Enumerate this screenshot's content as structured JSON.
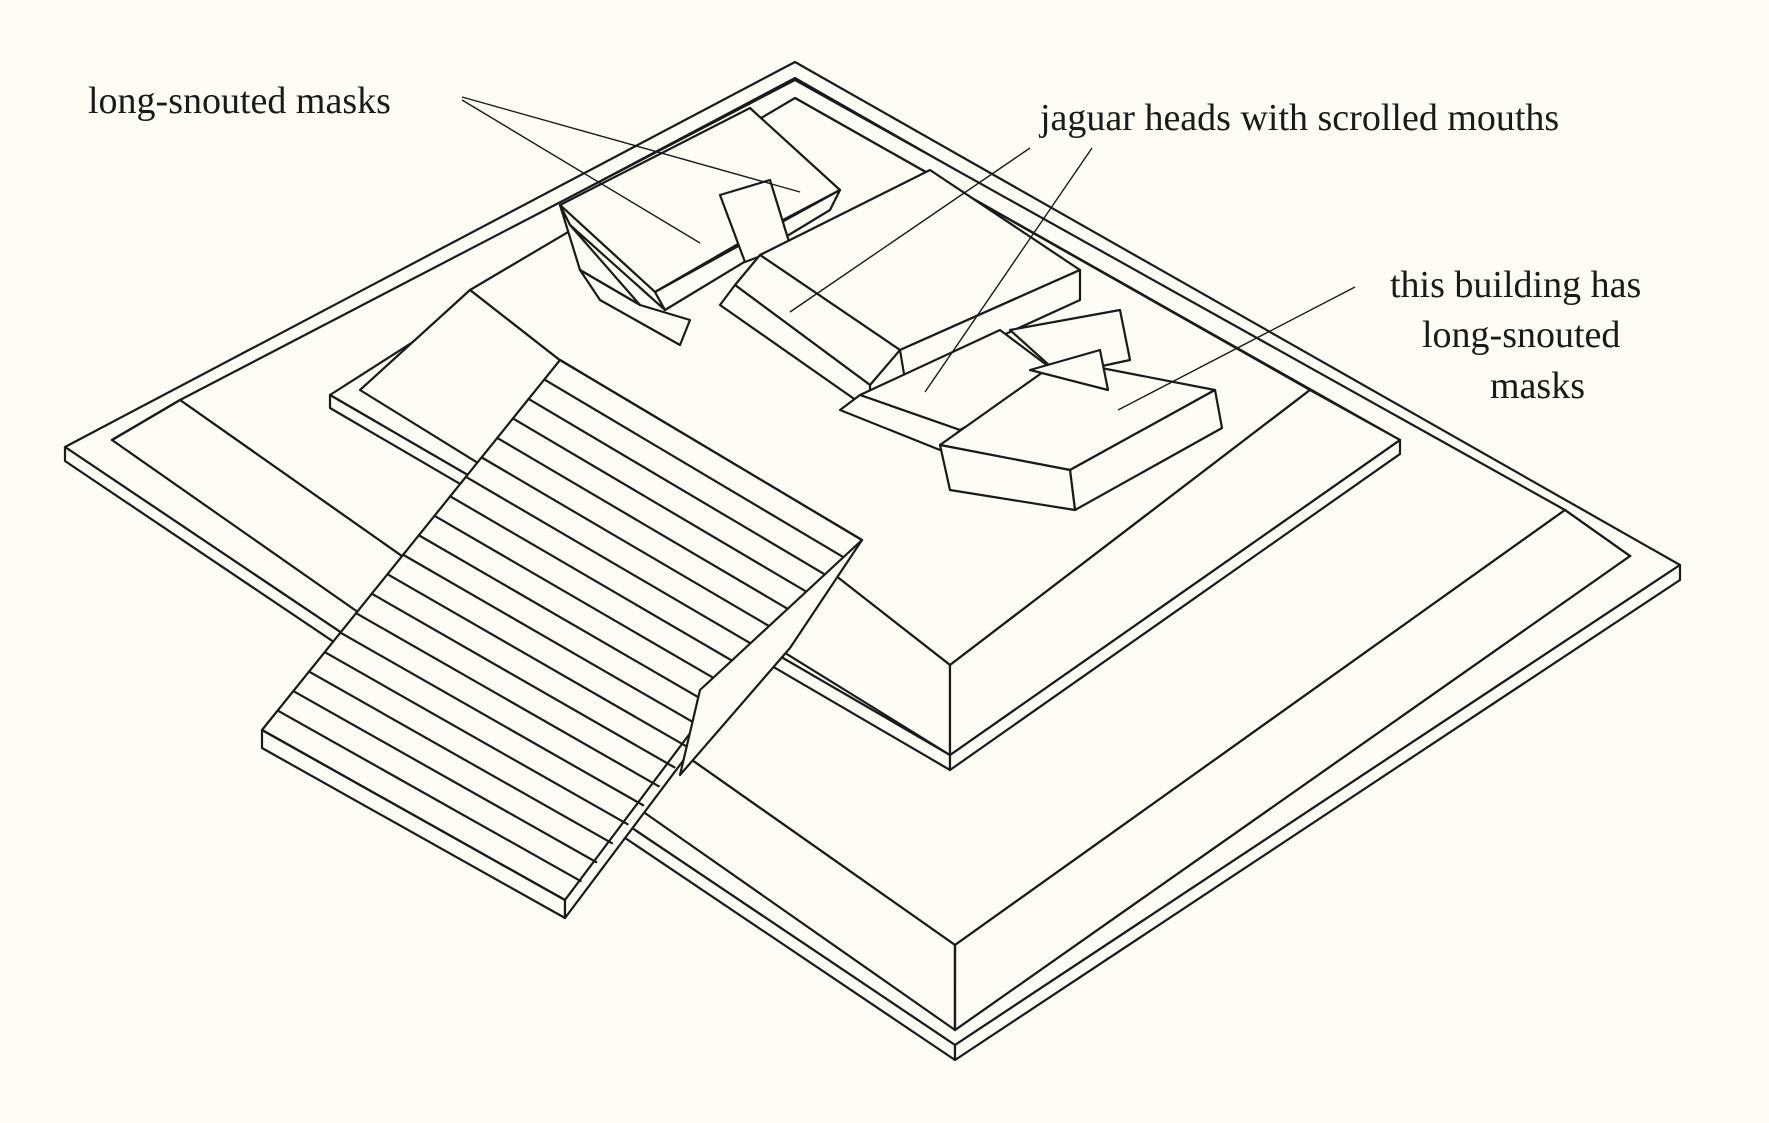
{
  "labels": {
    "masks_left": "long-snouted masks",
    "jaguar_heads": "jaguar heads with scrolled mouths",
    "building_line1": "this building has",
    "building_line2": "long-snouted",
    "building_line3": "masks"
  },
  "colors": {
    "ink": "#1a1a1a",
    "paper": "#fdfcf5"
  }
}
